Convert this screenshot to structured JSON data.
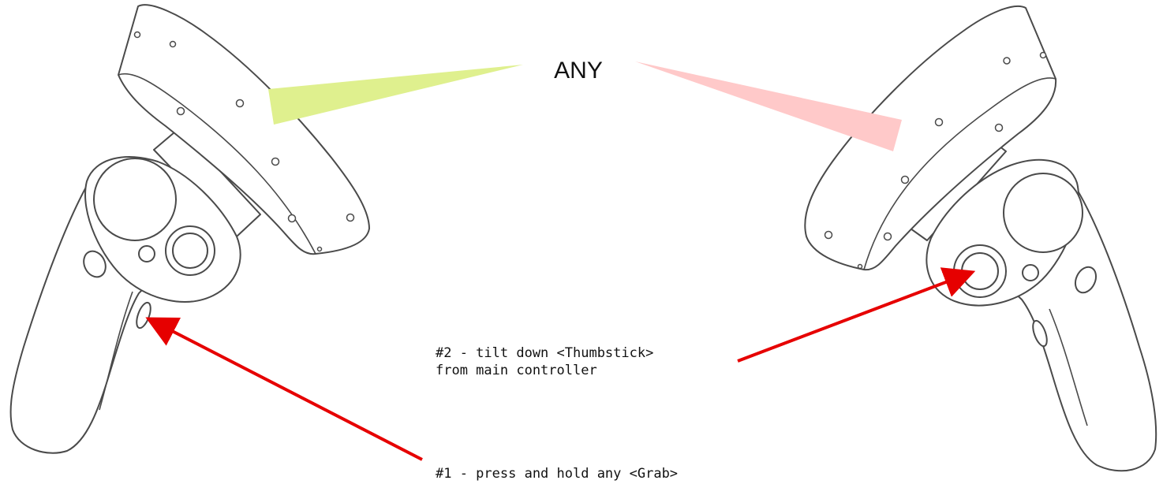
{
  "title": "ANY",
  "steps": [
    {
      "number": "#1",
      "lines": [
        "#1 - press and hold any <Grab>"
      ]
    },
    {
      "number": "#2",
      "lines": [
        "#2 - tilt down <Thumbstick>",
        "from main controller"
      ]
    }
  ],
  "colors": {
    "left_beam": "#dff08e",
    "right_beam": "#ffc9c9",
    "arrow": "#e60000",
    "outline": "#4a4a4a"
  },
  "icons": {
    "left_controller": "vr-motion-controller-left-icon",
    "right_controller": "vr-motion-controller-right-icon"
  }
}
